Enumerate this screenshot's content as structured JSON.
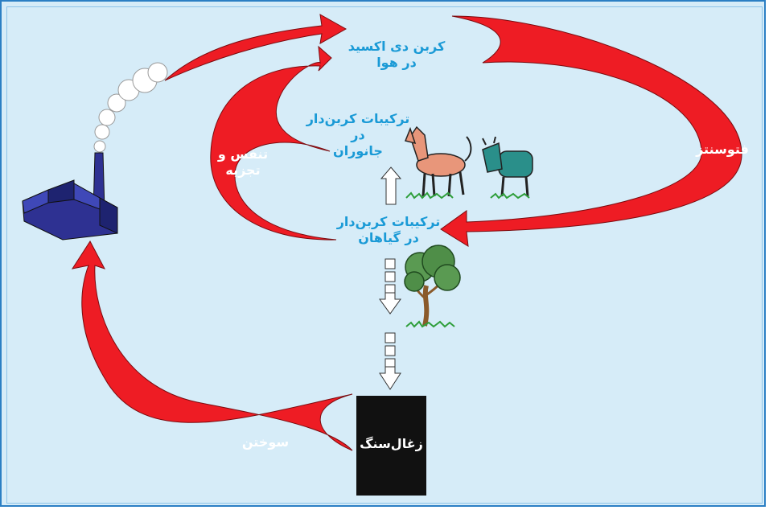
{
  "labels": {
    "co2_line1": "کربن دی اکسید",
    "co2_line2": "در هوا",
    "animals_line1": "ترکیبات کربن‌دار",
    "animals_line2": "در",
    "animals_line3": "جانوران",
    "plants_line1": "ترکیبات کربن‌دار",
    "plants_line2": "در گیاهان",
    "respiration_line1": "تنفس و",
    "respiration_line2": "تجزیه",
    "photosynthesis": "فتوسنتز",
    "combustion": "سوختن",
    "coal": "زغال‌سنگ"
  },
  "colors": {
    "background": "#d6ecf8",
    "arrow_red": "#ee1c24",
    "label_cyan": "#1a9ad6",
    "coal_black": "#111111",
    "factory_blue": "#2e3192"
  }
}
